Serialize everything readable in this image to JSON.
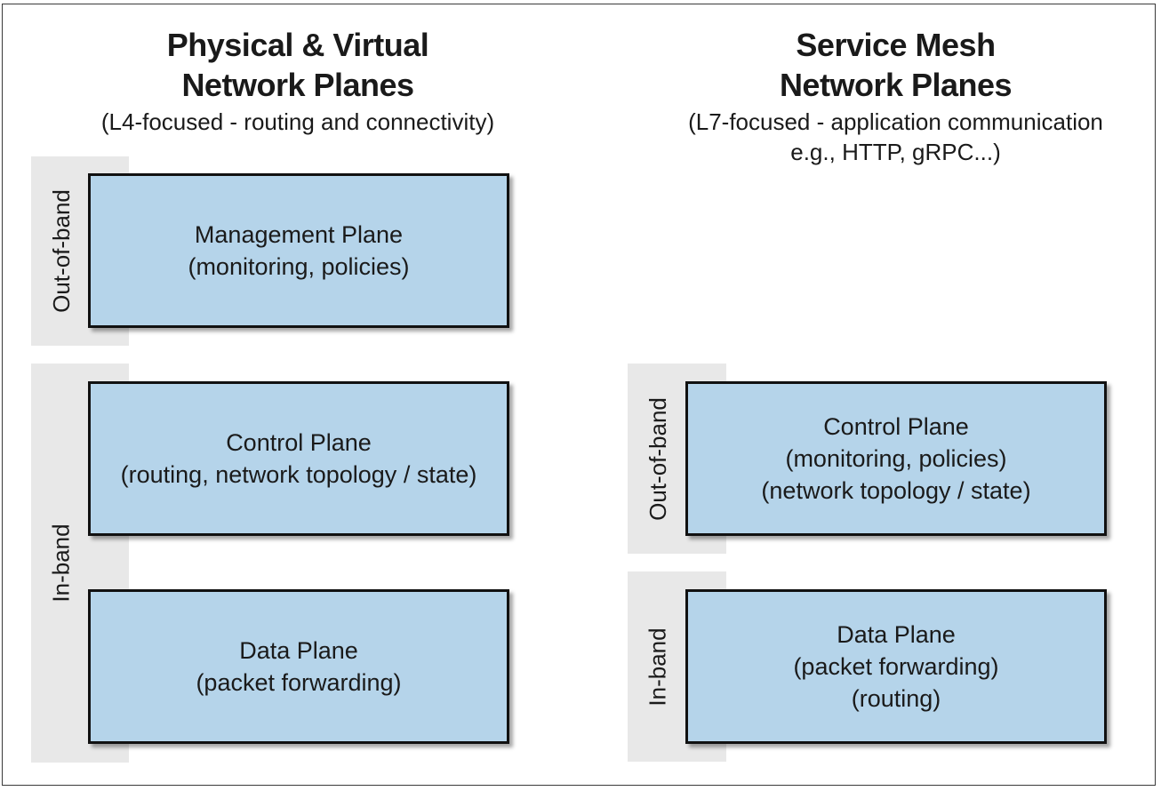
{
  "left": {
    "title_line1": "Physical & Virtual",
    "title_line2": "Network Planes",
    "subtitle": "(L4-focused - routing and connectivity)",
    "bands": {
      "top": "Out-of-band",
      "bottom": "In-band"
    },
    "planes": {
      "management": {
        "name": "Management Plane",
        "line2": "(monitoring, policies)"
      },
      "control": {
        "name": "Control Plane",
        "line2": "(routing, network topology / state)"
      },
      "data": {
        "name": "Data Plane",
        "line2": "(packet forwarding)"
      }
    }
  },
  "right": {
    "title_line1": "Service Mesh",
    "title_line2": "Network Planes",
    "subtitle_line1": "(L7-focused - application communication",
    "subtitle_line2": "e.g., HTTP, gRPC...)",
    "bands": {
      "top": "Out-of-band",
      "bottom": "In-band"
    },
    "planes": {
      "control": {
        "name": "Control Plane",
        "line2": "(monitoring, policies)",
        "line3": "(network topology / state)"
      },
      "data": {
        "name": "Data Plane",
        "line2": "(packet forwarding)",
        "line3": "(routing)"
      }
    }
  },
  "colors": {
    "plane_fill": "#b5d4ea",
    "band_fill": "#e8e8e8",
    "border": "#111111"
  }
}
